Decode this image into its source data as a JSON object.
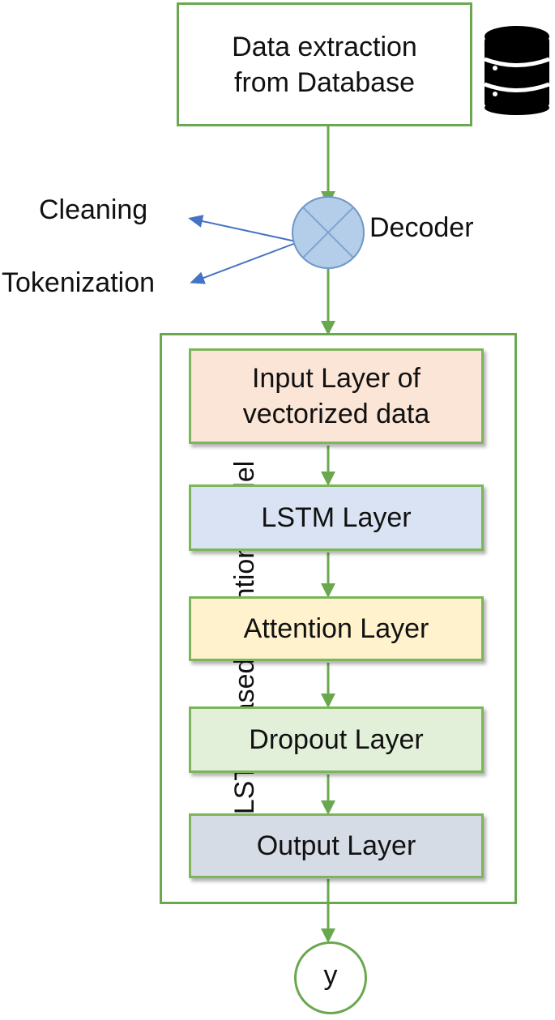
{
  "source_box": {
    "text": "Data extraction from Database"
  },
  "database_icon": "database-icon",
  "decoder": {
    "label": "Decoder"
  },
  "preprocessing": {
    "cleaning": "Cleaning",
    "tokenization": "Tokenization"
  },
  "model": {
    "title": "LSTM based Attention Model",
    "layers": [
      {
        "label": "Input Layer of vectorized data",
        "color": "#fbe5d6"
      },
      {
        "label": "LSTM Layer",
        "color": "#dae3f3"
      },
      {
        "label": "Attention Layer",
        "color": "#fff2cc"
      },
      {
        "label": "Dropout Layer",
        "color": "#e2f0d9"
      },
      {
        "label": "Output Layer",
        "color": "#d6dce5"
      }
    ]
  },
  "output": {
    "label": "y"
  },
  "colors": {
    "flow_green": "#6aa84f",
    "side_arrow_blue": "#4472c4",
    "decoder_fill": "#b4cde9"
  }
}
